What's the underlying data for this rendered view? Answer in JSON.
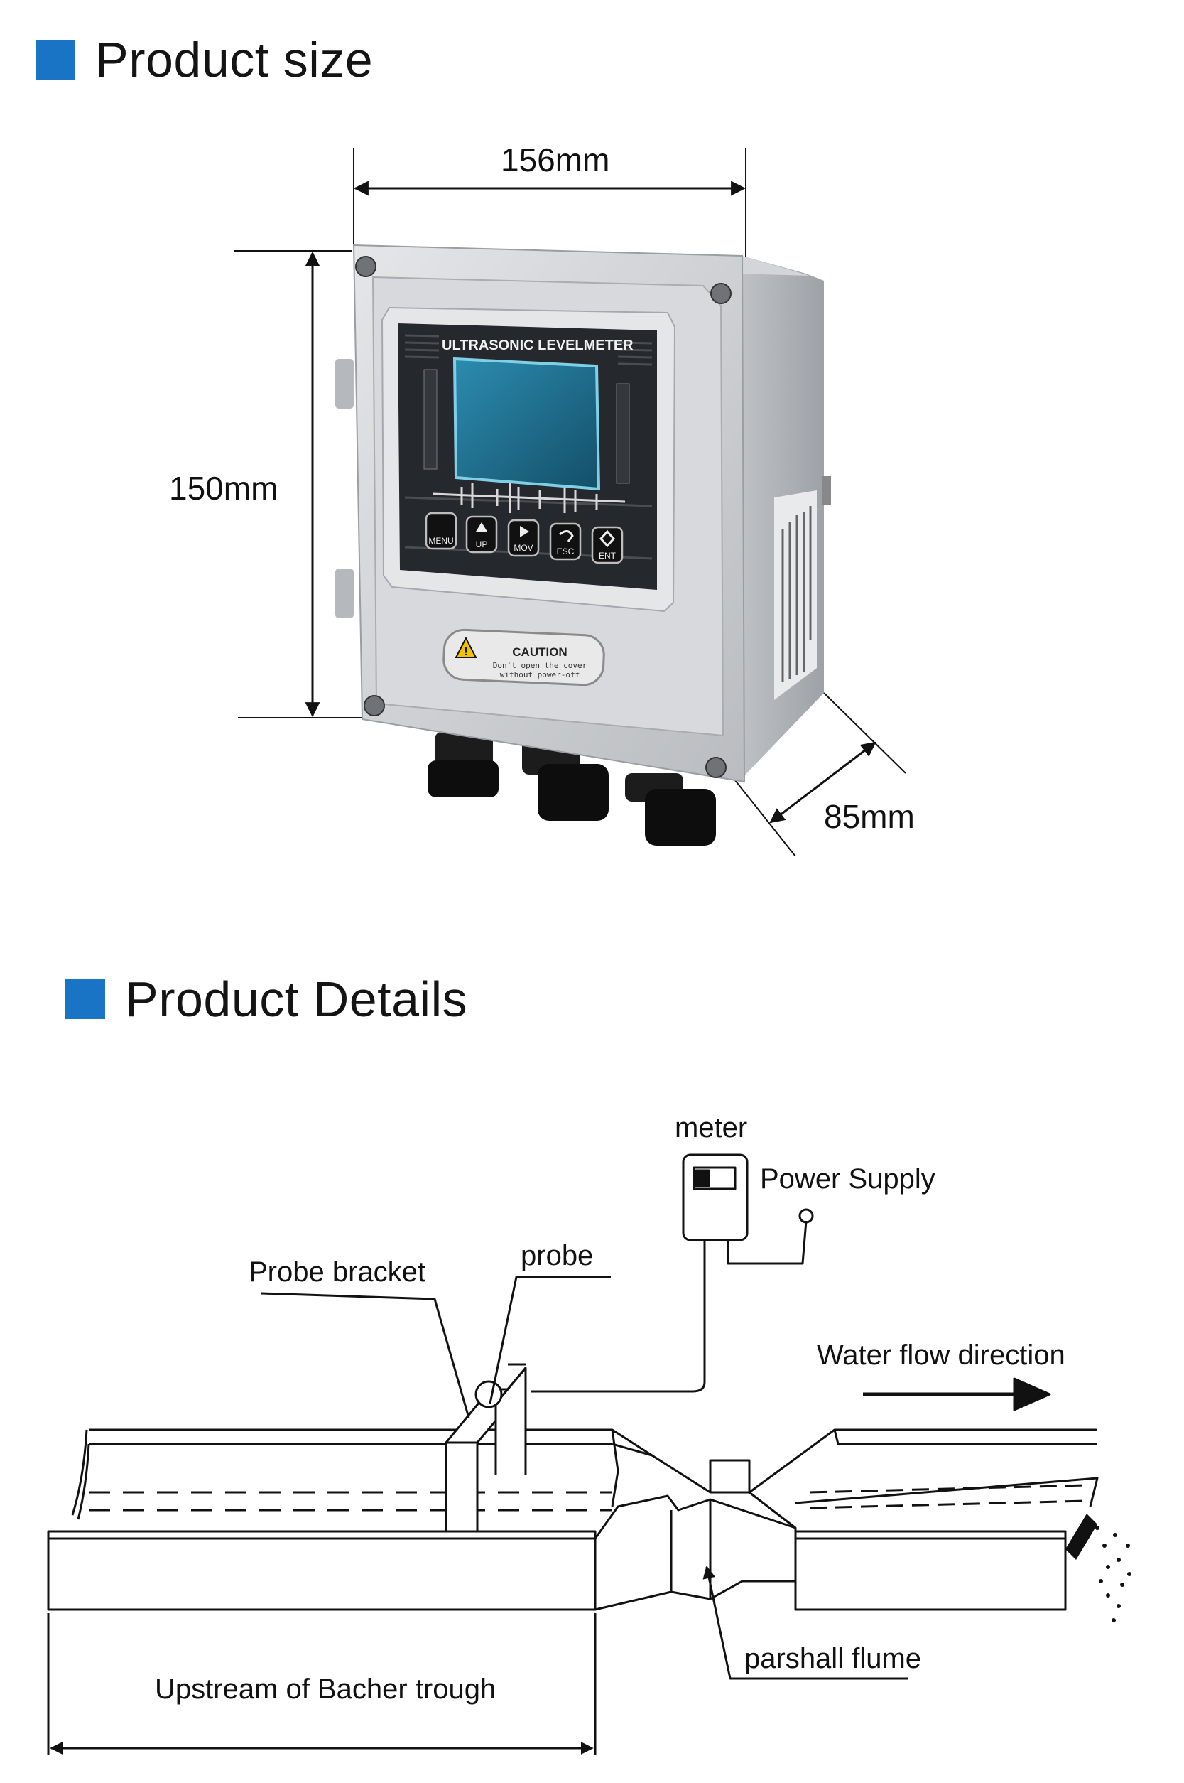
{
  "colors": {
    "accent": "#1a74c6",
    "housing": "#c9cbce",
    "panel": "#2a2d31",
    "screen": "#1f6f8e"
  },
  "section_size": {
    "title": "Product size",
    "width_label": "156mm",
    "height_label": "150mm",
    "depth_label": "85mm"
  },
  "device": {
    "panel_title": "ULTRASONIC LEVELMETER",
    "buttons": [
      "MENU",
      "UP",
      "MOV",
      "ESC",
      "ENT"
    ],
    "caution_title": "CAUTION",
    "caution_line1": "Don't open the cover",
    "caution_line2": "without power-off"
  },
  "section_details": {
    "title": "Product Details",
    "labels": {
      "meter": "meter",
      "power_supply": "Power Supply",
      "probe_bracket": "Probe bracket",
      "probe": "probe",
      "water_flow": "Water flow direction",
      "parshall": "parshall flume",
      "upstream": "Upstream of Bacher trough"
    }
  }
}
